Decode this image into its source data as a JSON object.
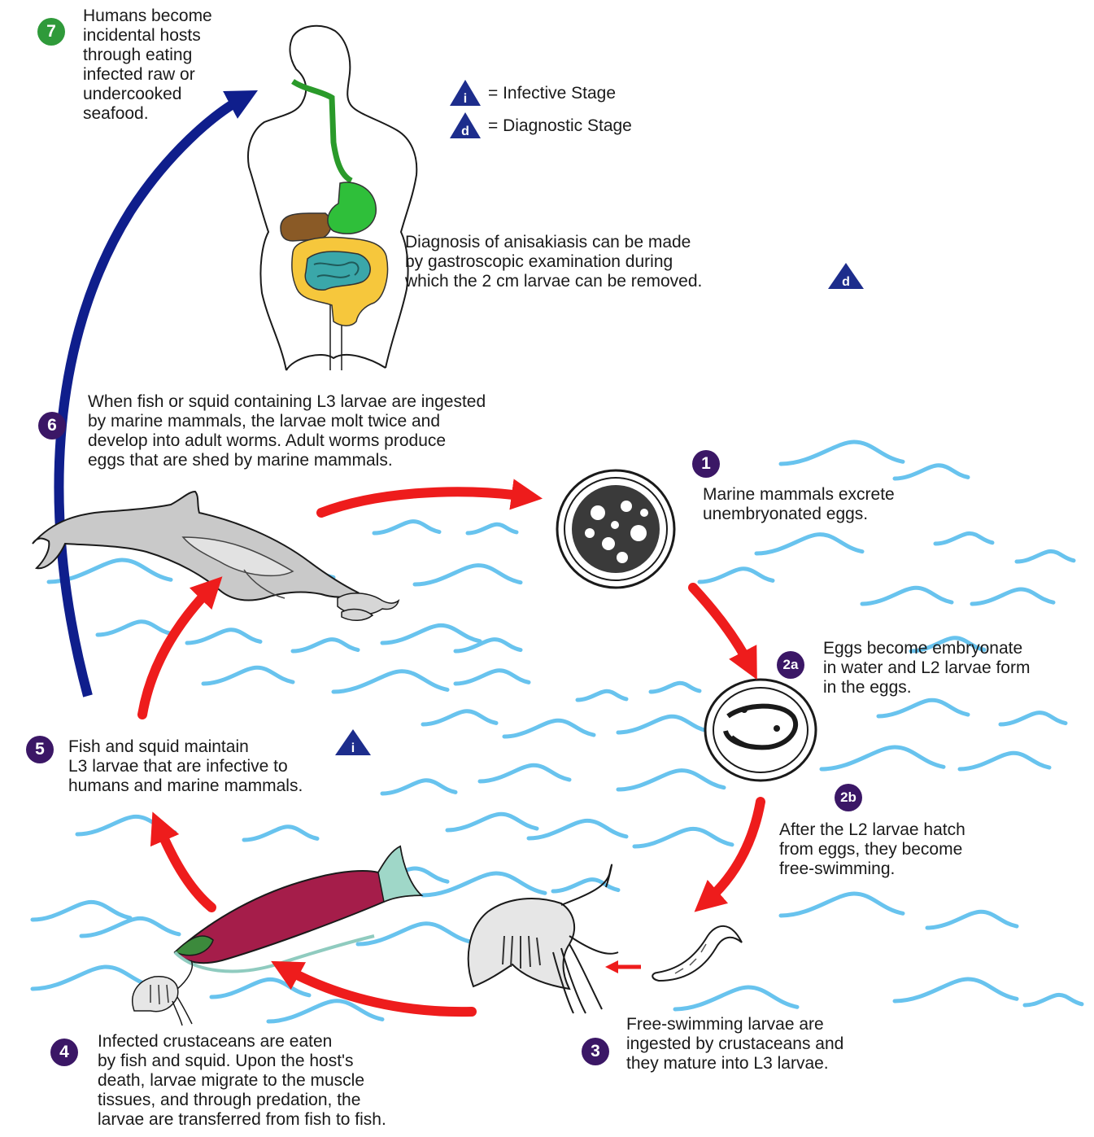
{
  "legend": {
    "infective_symbol": "i",
    "infective_label": "= Infective Stage",
    "diagnostic_symbol": "d",
    "diagnostic_label": "= Diagnostic Stage"
  },
  "steps": {
    "s7": {
      "badge": "7",
      "text": "Humans become\nincidental hosts\nthrough eating\ninfected raw or\nundercooked\nseafood."
    },
    "diagnosis": {
      "text": "Diagnosis of anisakiasis can be made\nby gastroscopic examination during\nwhich the 2 cm larvae can be removed.",
      "symbol": "d"
    },
    "s6": {
      "badge": "6",
      "text": "When fish or squid containing L3 larvae are ingested\nby marine mammals, the larvae molt twice and\ndevelop into adult worms.  Adult worms produce\neggs that are shed by marine mammals."
    },
    "s1": {
      "badge": "1",
      "text": "Marine mammals excrete\nunembryonated eggs."
    },
    "s2a": {
      "badge": "2a",
      "text": "Eggs become embryonate\nin water and L2 larvae form\nin the eggs."
    },
    "s2b": {
      "badge": "2b",
      "text": "After the L2 larvae hatch\nfrom eggs, they become\nfree-swimming."
    },
    "s5": {
      "badge": "5",
      "text": "Fish and squid maintain\nL3 larvae that are infective to\nhumans and marine mammals.",
      "symbol": "i"
    },
    "s3": {
      "badge": "3",
      "text": "Free-swimming larvae are\ningested by crustaceans and\nthey mature into L3 larvae."
    },
    "s4": {
      "badge": "4",
      "text": "Infected crustaceans are eaten\nby fish and squid.  Upon the host's\ndeath, larvae migrate to the muscle\ntissues, and through predation, the\nlarvae are transferred from fish to fish."
    }
  },
  "colors": {
    "step_badge": "#3b1766",
    "human_badge": "#2f9a3a",
    "stage_symbol": "#1d2d8c",
    "cycle_arrow": "#ee1c1c",
    "human_arrow": "#0f1e8c",
    "water": "#68c3ee"
  }
}
